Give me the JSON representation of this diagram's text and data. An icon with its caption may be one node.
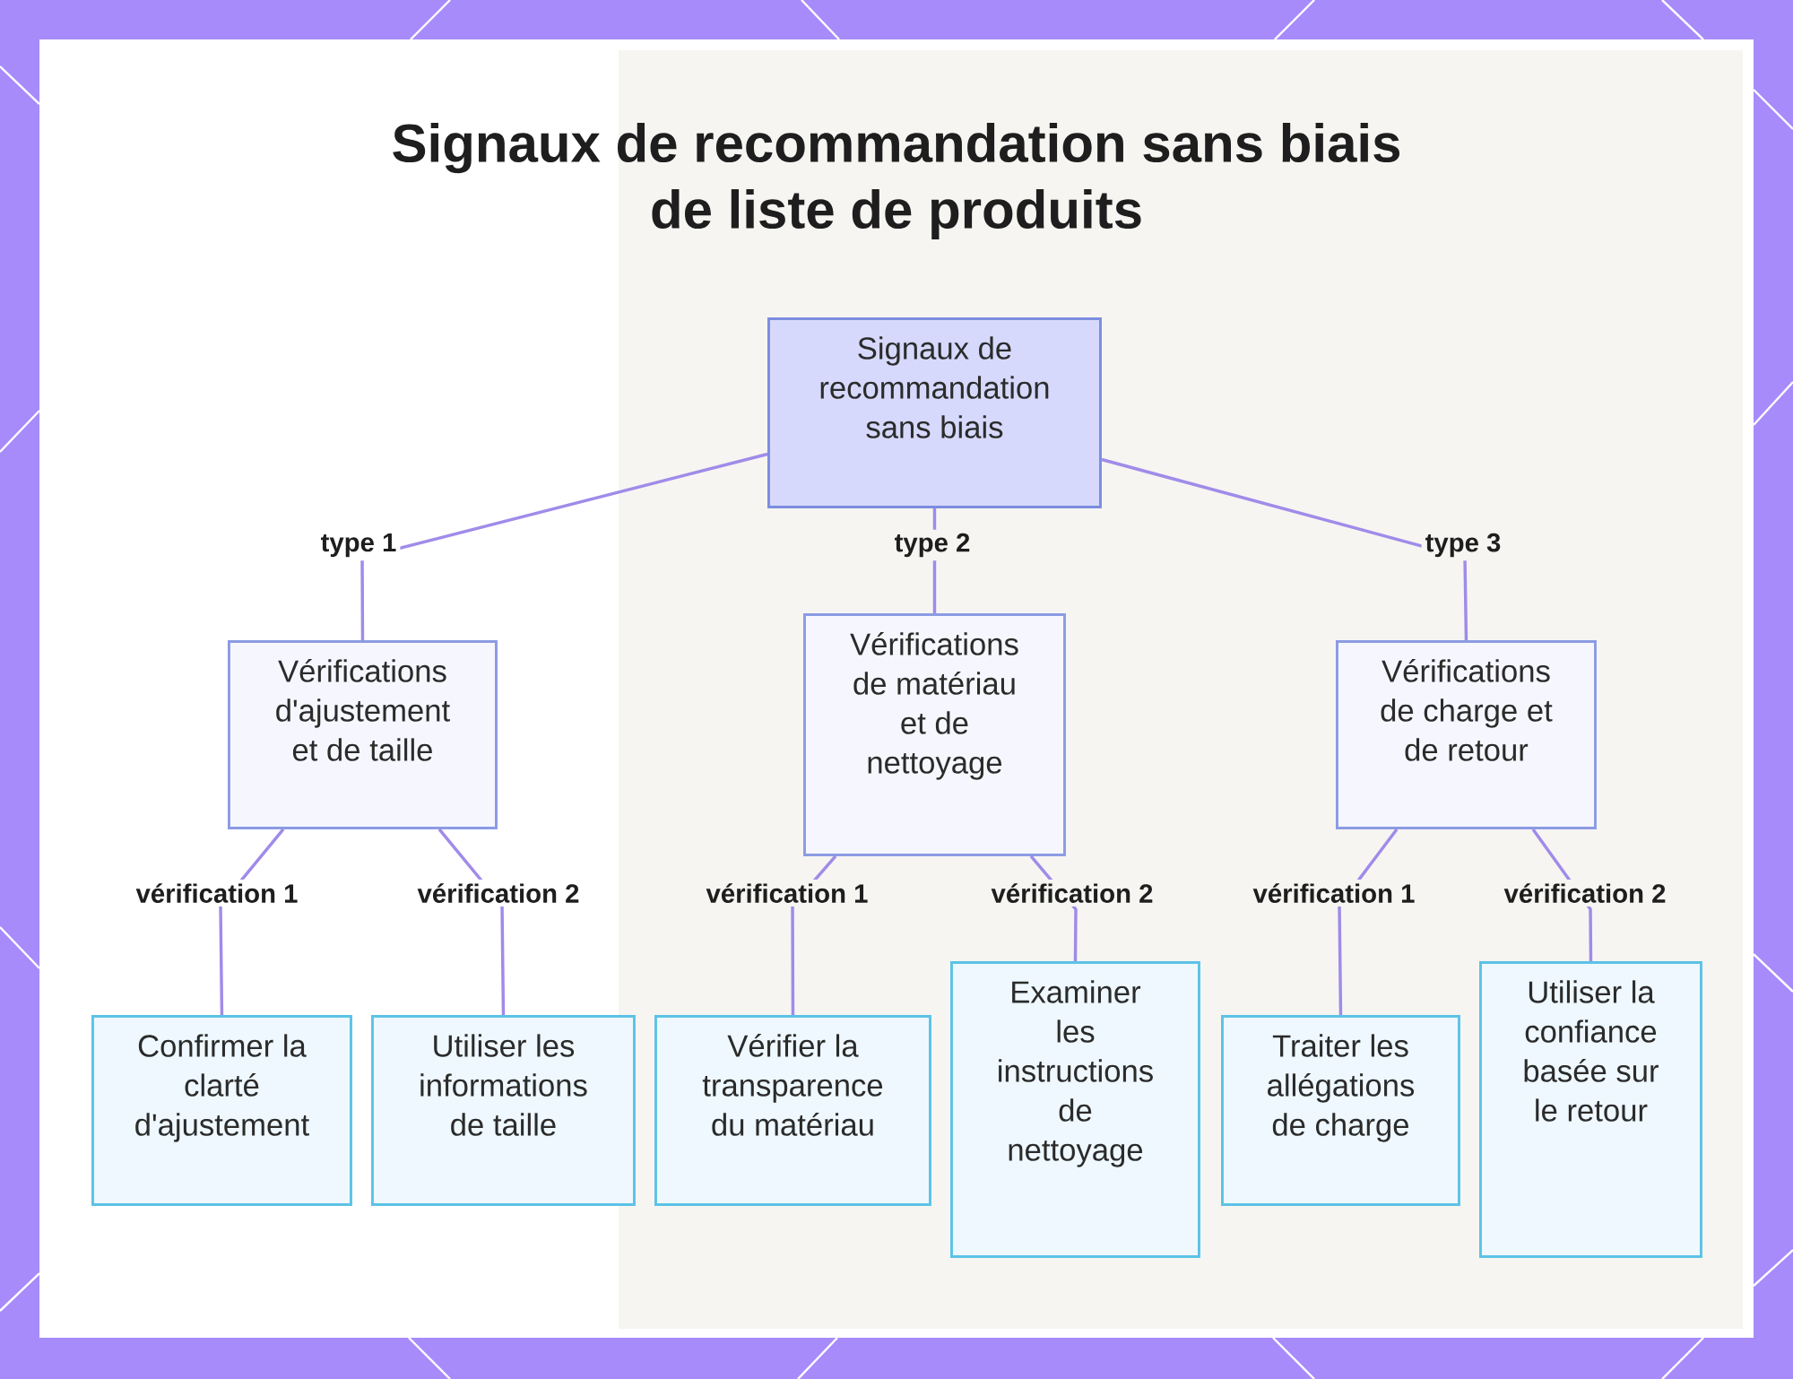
{
  "diagram": {
    "title": "Signaux de recommandation sans biais de liste de produits",
    "nodes": [
      {
        "text": [
          "Signaux de recommandation sans biais"
        ]
      },
      {
        "text": [
          "Vérifications d'ajustement et de taille"
        ]
      },
      {
        "text": [
          "Vérifications de matériau et de nettoyage"
        ]
      },
      {
        "text": [
          "Vérifications de charge et de retour"
        ]
      },
      {
        "text": [
          "Confirmer la clarté d'ajustement"
        ]
      },
      {
        "text": [
          "Utiliser les informations de taille"
        ]
      },
      {
        "text": [
          "Vérifier la transparence du matériau"
        ]
      },
      {
        "text": [
          "Examiner les instructions de nettoyage"
        ]
      },
      {
        "text": [
          "Traiter les allégations de charge"
        ]
      },
      {
        "text": [
          "Utiliser la confiance basée sur le retour"
        ]
      }
    ],
    "edges": [
      {
        "from": 0,
        "to": 1,
        "arrow": "none",
        "label": "type 1"
      },
      {
        "from": 0,
        "to": 2,
        "arrow": "none",
        "label": "type 2"
      },
      {
        "from": 0,
        "to": 3,
        "arrow": "none",
        "label": "type 3"
      },
      {
        "from": 1,
        "to": 4,
        "arrow": "none",
        "label": "vérification 1"
      },
      {
        "from": 1,
        "to": 5,
        "arrow": "none",
        "label": "vérification 2"
      },
      {
        "from": 2,
        "to": 6,
        "arrow": "none",
        "label": "vérification 1"
      },
      {
        "from": 2,
        "to": 7,
        "arrow": "none",
        "label": "vérification 2"
      },
      {
        "from": 3,
        "to": 8,
        "arrow": "none",
        "label": "vérification 1"
      },
      {
        "from": 3,
        "to": 9,
        "arrow": "none",
        "label": "vérification 2"
      }
    ]
  }
}
